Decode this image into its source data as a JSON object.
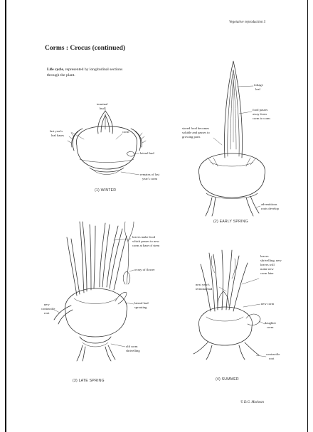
{
  "header": {
    "page_ref": "Vegetative reproduction 5"
  },
  "title": "Corms : Crocus (continued)",
  "life_cycle": {
    "label": "Life cycle",
    "text_line1": ", represented by longitudinal sections",
    "text_line2": "through the plant."
  },
  "panels": {
    "winter": {
      "caption": "(1) WINTER",
      "labels": {
        "terminal_bud_1": "terminal",
        "terminal_bud_2": "bud",
        "last_year_leaf_1": "last year's",
        "last_year_leaf_2": "leaf bases",
        "corm": "corm",
        "lateral_bud": "lateral bud",
        "remains_1": "remains of last",
        "remains_2": "year's corm"
      }
    },
    "early_spring": {
      "caption": "(2) EARLY SPRING",
      "labels": {
        "foliage_leaf_1": "foliage",
        "foliage_leaf_2": "leaf",
        "food_passes_1": "food passes",
        "food_passes_2": "away from",
        "food_passes_3": "corm to corm",
        "stored_food_1": "stored food becomes",
        "stored_food_2": "soluble and passes to",
        "stored_food_3": "growing parts",
        "adventitious_1": "adventitious",
        "adventitious_2": "roots develop"
      }
    },
    "late_spring": {
      "caption": "(3) LATE SPRING",
      "labels": {
        "leaves_make_1": "leaves make food",
        "leaves_make_2": "which passes to new",
        "leaves_make_3": "corm at base of stem",
        "ovary": "ovary of flower",
        "contractile_1": "new",
        "contractile_2": "contractile",
        "contractile_3": "root",
        "lateral_bud_1": "lateral bud",
        "lateral_bud_2": "sprouting",
        "old_corm_1": "old corm",
        "old_corm_2": "shrivelling"
      }
    },
    "summer": {
      "caption": "(4) SUMMER",
      "labels": {
        "leaves_1": "leaves",
        "leaves_2": "shrivelling; new",
        "leaves_3": "leaves will",
        "leaves_4": "make new",
        "leaves_5": "corm later",
        "next_year_1": "next year's",
        "next_year_2": "terminal bud",
        "new_corm": "new corm",
        "daughter_1": "daughter",
        "daughter_2": "corm",
        "contractile_1": "contractile",
        "contractile_2": "root"
      }
    }
  },
  "footer": {
    "credit": "© D.G. Mackean"
  }
}
